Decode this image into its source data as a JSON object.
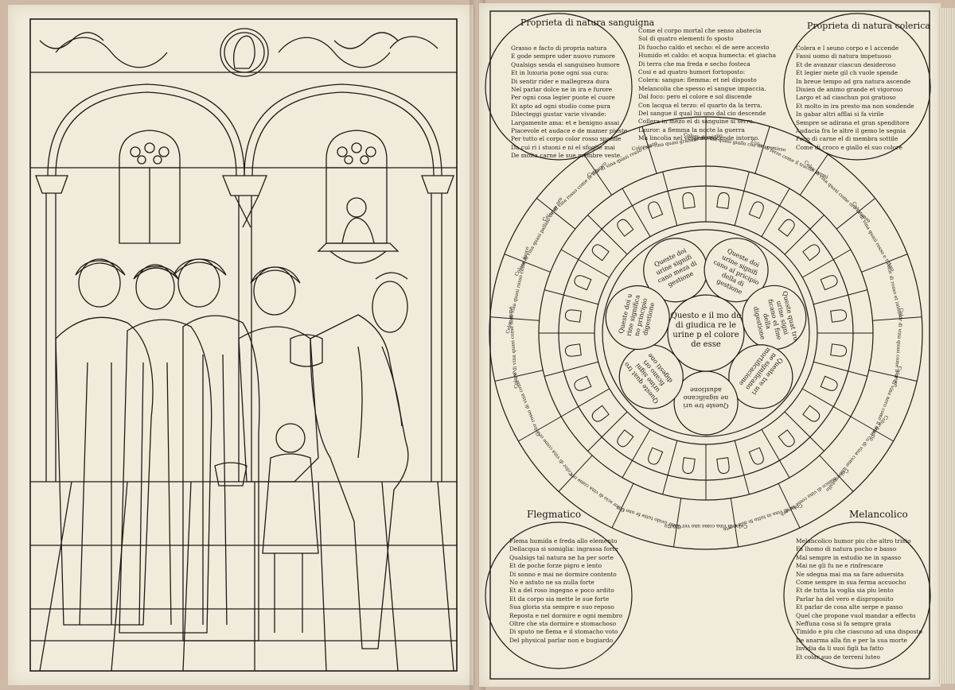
{
  "headers": {
    "sanguigna": "Proprieta di natura sanguigna",
    "colerica": "Proprieta di natura colerica",
    "flegmatico": "Flegmatico",
    "melancolico": "Melancolico"
  },
  "verses": {
    "top_middle": [
      "Come el corpo mortal che senso abatecia",
      "Sol di quatro elementi fo sposto",
      "Di fuocho caldo et secho: el de aere accesto",
      "Humido et caldo: et acqua humecta: et giacha",
      "Di terra che ma freda e secho fosteca",
      "Cosi e ad quatro humori fortoposto:",
      "Colera: sangue: flemma: et nel disposto",
      "Melancolia che spesso el sangue impaccia.",
      "Dal foco: pero el colore e sol discende",
      "Con lacqua el terzo: el quarto da la terra.",
      "Del sangue il qual lui uno dal cio descende",
      "Collera in mezo el di sanguine si serra.",
      "Lauror: a flemma la nocte la guerra",
      "Ma lincolia nel vespero accende intorno."
    ],
    "top_left": [
      "Grasso e facto di propria natura",
      "E gode sempre uder nuovo rumore",
      "Qualsigs sesda el sanguineo humore",
      "Et in luxuria pone ogni sua cura:",
      "Di sentir rider e mallegreza dura",
      "Nel parlar dolce ne in ira e furore",
      "Per ogni cosa legier puote el cuore",
      "Et apto ad ogni studio come pura",
      "Dilecteggi gustar varie vivande:",
      "Largamente ama: et e benigno assai",
      "Piacevole et audace e de mamer pieste",
      "Per tutto el corpo color rosso spande",
      "Da cui ri i stuoni e ni el sfoglie mai",
      "De molta carne le sue membre veste."
    ],
    "top_right": [
      "Colera e l seuno corpo e l accende",
      "Fassi uomo di natura impetuoso",
      "Et de avanzar ciascun desideroso",
      "Et legier mete gil ch vuole spende",
      "In breue tempo ad gra natura ascende",
      "Diuien de animo grande et vigoroso",
      "Largo et ad ciaschun poi gratioso",
      "Et molto in ira presto ma non sondende",
      "In gabar altri afflai si fa virile",
      "Sempre se adirana et gran spenditore",
      "Audacia fra le altre il gemo le segnia",
      "Poco di carne el di membra sottile",
      "Come di croco e giallo el suo colore"
    ],
    "bottom_left": [
      "Flema humida e freda allo elemento",
      "Dellacqua si somiglia: ingrassa forte",
      "Qualsigs tal natura ne ha per sorte",
      "Et de poche forze pigro e lento",
      "Di sonno e mai ne dormire contento",
      "No e astuto ne sa nulla forte",
      "Et a del roso ingegno e poco ardito",
      "Et da corpo sia mette le sue forte",
      "Sua gloria sta sempre e suo reposo",
      "Reposta e nel dormire e ogni membro",
      "Oltre che sta dormire e stomachoso",
      "Di sputo ne flema e il stomacho voto",
      "Del physical parlar non e bugiardo"
    ],
    "bottom_right": [
      "Melancolico humor piu che altro tristo",
      "Fa lhomo di natura pocho e basso",
      "Mal sempre in estudio ne in spasso",
      "Mai ne gli fu ne e rinfrescare",
      "Ne sdegna mai ma sa fare aduersita",
      "Come sempre in sua ferma accuocho",
      "Et de tutta la voglia sia piu lento",
      "Parlar ha del vero e disproposito",
      "Et parlar de cosa alte serpe e passo",
      "Quel che propone vuol mandar a effecto",
      "Neffuna cosa si fa sempre grata",
      "Timido e piu che ciascuno ad una disposto",
      "De anarma alla fin e per la sua morte",
      "Invidia da li suoi figli ha fatto",
      "Et colar suo de terreni luteo"
    ]
  },
  "wheel": {
    "center": "Questo e il mo do di giudica re le urine p el colore de esse",
    "inner": [
      "Queste doi urine signifi cano meza di gestione",
      "Queste doi urine signifi cano al pricipio della di gestione",
      "Queste quat tro urine signi ficano el fine della digestione",
      "Queste tre uri ne significano mortificacione",
      "Queste tre uri ne significano adustione",
      "Queste quat tro urine signi ficano ori digesti one",
      "Queste doi u rine significa no principio digestione"
    ],
    "outer": [
      "Colore di vina quasi giallo che oro remisso",
      "Color di ferre come il tractio vermi",
      "Color di vina quasi come oro intenso",
      "Color di vina quasi rosso e rubro",
      "Color di rosso et intenso",
      "Color di vina quasi come il croco",
      "Color di vina nero come il tractio",
      "Color bian co di vina come uno cristallo",
      "Color bianco di vina come la sera",
      "Color di vina in tutto fe mia morte",
      "Color di vina come uno ver difetto",
      "Color livido tutte fe uno oro",
      "Color scio di vina come oro",
      "Color di vina come oro",
      "Color rosso di vina come oro",
      "Colore di vina quasi come fiamma",
      "Color di vina quasi rosso come fuoco",
      "Colore di vina quasi pallido come oro",
      "Color di vina rosso come fe il fuoco",
      "Color di vina quasi rosso chiaro",
      "Color de vina quasi granato vermiglio"
    ]
  }
}
